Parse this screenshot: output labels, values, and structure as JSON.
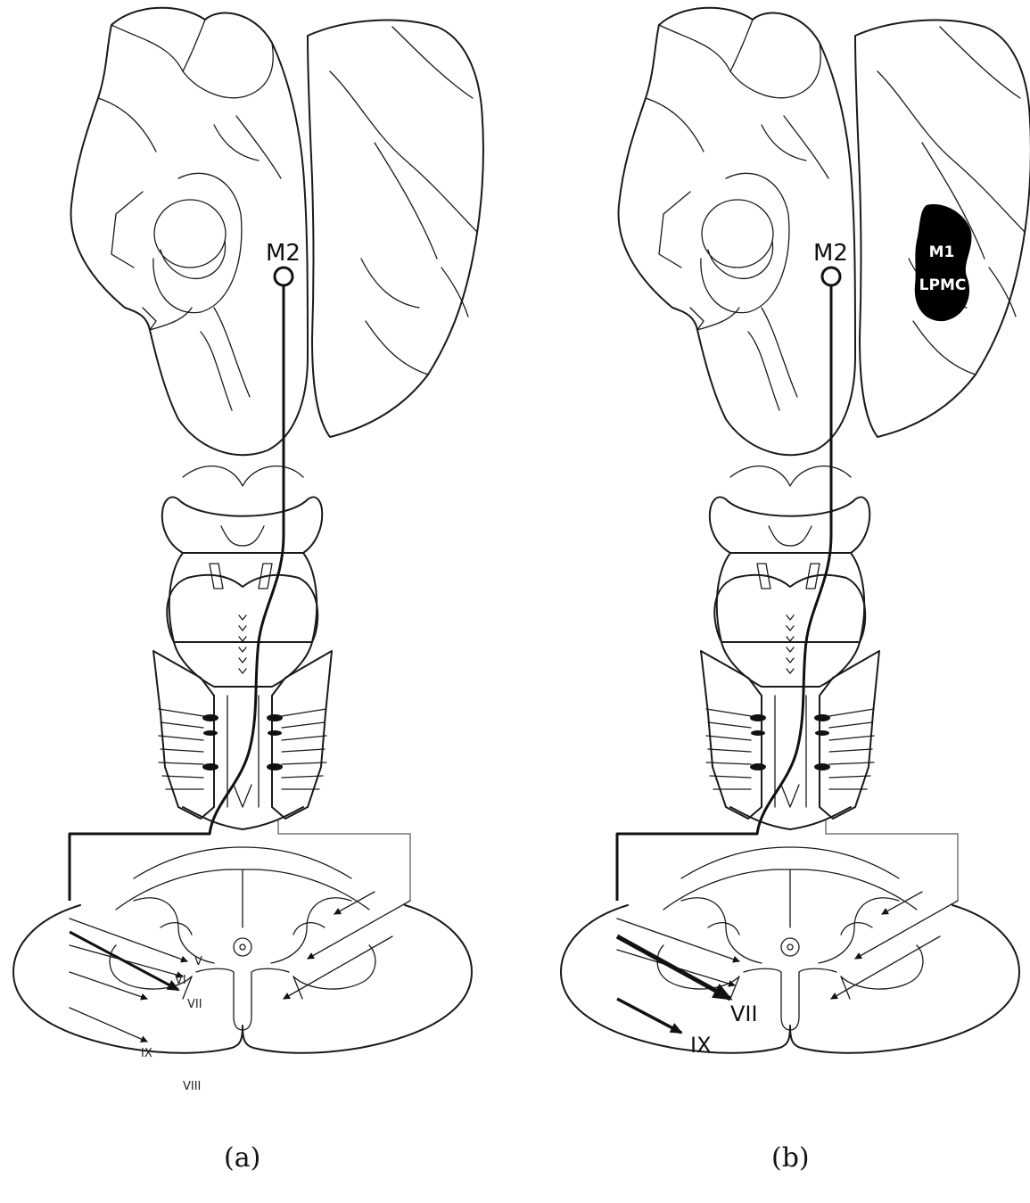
{
  "panels": [
    {
      "caption": "(a)",
      "source_label": "M2",
      "lesion": null,
      "lamina_labels": [
        "V",
        "VI",
        "VII",
        "VIII",
        "IX"
      ]
    },
    {
      "caption": "(b)",
      "source_label": "M2",
      "lesion": {
        "line1": "M1",
        "line2": "LPMC"
      },
      "lamina_labels": [
        "VII",
        "IX"
      ]
    }
  ],
  "colors": {
    "line": "#111111",
    "lesion": "#000000",
    "thin_projection": "#777777"
  }
}
